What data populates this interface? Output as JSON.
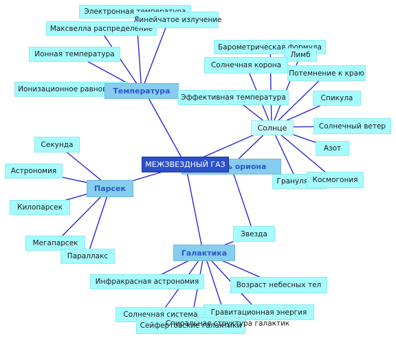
{
  "diagram": {
    "root": "МЕЖЗВЕЗДНЫЙ ГАЗ",
    "hubs": {
      "temperature": "Температура",
      "parsec": "Парсек",
      "orion": "Область ориона",
      "galaxy": "Галактика",
      "sun": "Солнце"
    },
    "nodes": {
      "electron_temp": "Электронная температура",
      "line_emission": "Линейчатое излучение",
      "maxwell": "Максвелла распределение",
      "ion_temp": "Ионная температура",
      "ionization_eq": "Ионизационное равновесие",
      "baro": "Барометрическая формула",
      "limb": "Лимб",
      "corona": "Солнечная корона",
      "limb_dark": "Потемнение к краю",
      "eff_temp": "Эффективная температура",
      "spicule": "Спикула",
      "solar_wind": "Солнечный ветер",
      "nitrogen": "Азот",
      "cosmogony": "Космогония",
      "granulation": "Грануляция",
      "second": "Секунда",
      "astronomy": "Астрономия",
      "kiloparsec": "Килопарсек",
      "megaparsec": "Мегапарсек",
      "parallax": "Параллакс",
      "star": "Звезда",
      "ir_astronomy": "Инфракрасная астрономия",
      "age_bodies": "Возраст небесных тел",
      "grav_energy": "Гравитационная энергия",
      "solar_system": "Солнечная система",
      "spiral": "Спиральная структура галактик",
      "seyfert": "Сейфертовские галактики"
    }
  }
}
